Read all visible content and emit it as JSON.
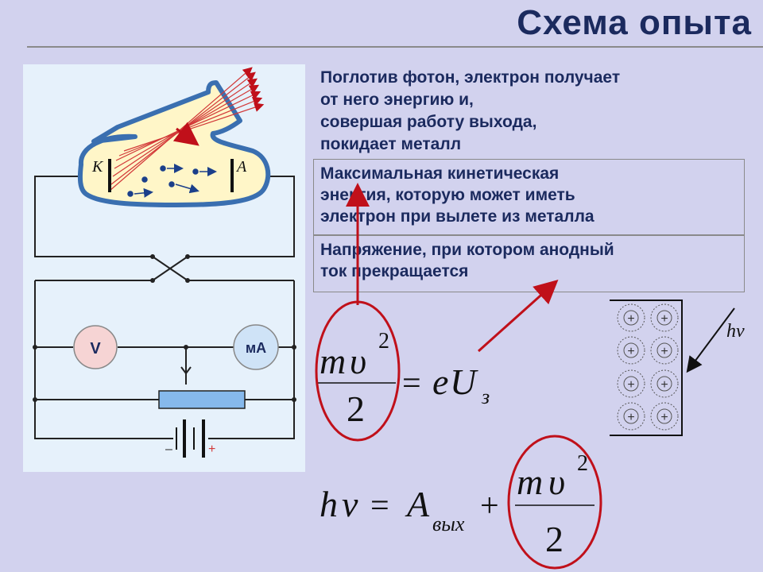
{
  "slide": {
    "title": "Схема опыта",
    "intro_text": [
      "Поглотив фотон, электрон получает",
      "от него энергию и,",
      "совершая работу выхода,",
      "покидает металл"
    ],
    "box_kinetic": [
      "Максимальная кинетическая",
      "энергия, которую может иметь",
      "электрон при вылете из металла"
    ],
    "box_voltage": [
      "Напряжение, при котором анодный",
      "ток прекращается"
    ]
  },
  "circuit": {
    "cathode_label": "K",
    "anode_label": "A",
    "voltmeter_label": "V",
    "milliammeter_label": "мА",
    "battery_minus": "–",
    "battery_plus": "+"
  },
  "formula_stop": {
    "m": "m",
    "v": "υ",
    "exp": "2",
    "den": "2",
    "eq": "=",
    "e": "e",
    "U": "U",
    "sub": "з"
  },
  "formula_einstein": {
    "h": "h",
    "nu": "ν",
    "eq": "=",
    "A": "A",
    "sub": "вых",
    "plus": "+",
    "m": "m",
    "v": "υ",
    "exp": "2",
    "den": "2"
  },
  "metal_inset": {
    "charge": "+",
    "photon_label": "hν"
  },
  "colors": {
    "background": "#d2d2ee",
    "title": "#1b2a5e",
    "highlight_ellipse": "#c0101a",
    "bulb_outline": "#3a6fb0",
    "bulb_fill": "#fff6c8",
    "voltmeter_fill": "#f6d4d4",
    "milliammeter_fill": "#cfe3f7",
    "rheostat_fill": "#86b9ec"
  }
}
